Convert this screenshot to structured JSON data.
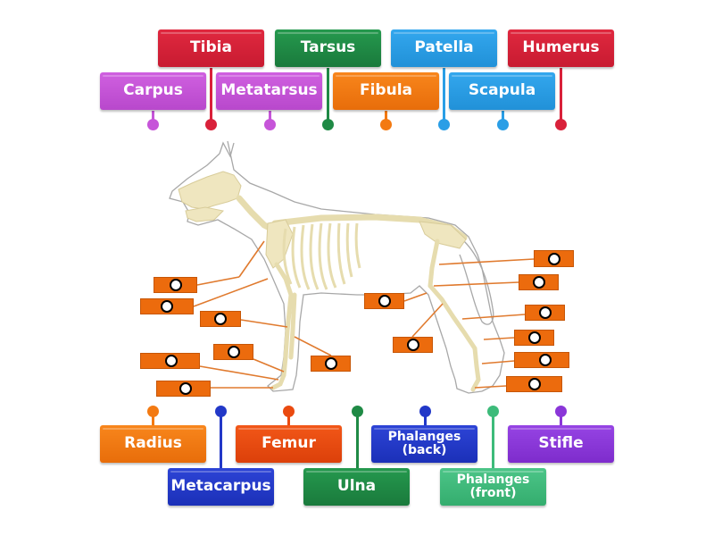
{
  "activity": {
    "type": "labelled-diagram",
    "subject": "Dog skeleton"
  },
  "colors": {
    "red": "#d9213a",
    "green": "#1f8a45",
    "blue_light": "#2a9ee6",
    "magenta": "#c655d9",
    "orange": "#f37a12",
    "orange_red": "#ea4a10",
    "blue_dark": "#2238c8",
    "green_light": "#3dbb7a",
    "purple": "#8a36d8",
    "dropzone": "#ec6b0d",
    "leader_line": "#e07a2e",
    "bone": "#efe6bf",
    "outline": "#9a9a9a"
  },
  "labels_top": [
    {
      "id": "tibia",
      "text": "Tibia",
      "color": "#d9213a"
    },
    {
      "id": "tarsus",
      "text": "Tarsus",
      "color": "#1f8a45"
    },
    {
      "id": "patella",
      "text": "Patella",
      "color": "#2a9ee6"
    },
    {
      "id": "humerus",
      "text": "Humerus",
      "color": "#d9213a"
    },
    {
      "id": "carpus",
      "text": "Carpus",
      "color": "#c655d9"
    },
    {
      "id": "metatarsus",
      "text": "Metatarsus",
      "color": "#c655d9"
    },
    {
      "id": "fibula",
      "text": "Fibula",
      "color": "#f37a12"
    },
    {
      "id": "scapula",
      "text": "Scapula",
      "color": "#2a9ee6"
    }
  ],
  "labels_bottom": [
    {
      "id": "radius",
      "text": "Radius",
      "color": "#f37a12"
    },
    {
      "id": "femur",
      "text": "Femur",
      "color": "#ea4a10"
    },
    {
      "id": "phalanges_back",
      "text": "Phalanges\n(back)",
      "line1": "Phalanges",
      "line2": "(back)",
      "color": "#2238c8"
    },
    {
      "id": "stifle",
      "text": "Stifle",
      "color": "#8a36d8"
    },
    {
      "id": "metacarpus",
      "text": "Metacarpus",
      "color": "#2238c8"
    },
    {
      "id": "ulna",
      "text": "Ulna",
      "color": "#1f8a45"
    },
    {
      "id": "phalanges_front",
      "text": "Phalanges\n(front)",
      "line1": "Phalanges",
      "line2": "(front)",
      "color": "#3dbb7a"
    }
  ],
  "dropzones": {
    "count": 15,
    "state": "empty"
  }
}
